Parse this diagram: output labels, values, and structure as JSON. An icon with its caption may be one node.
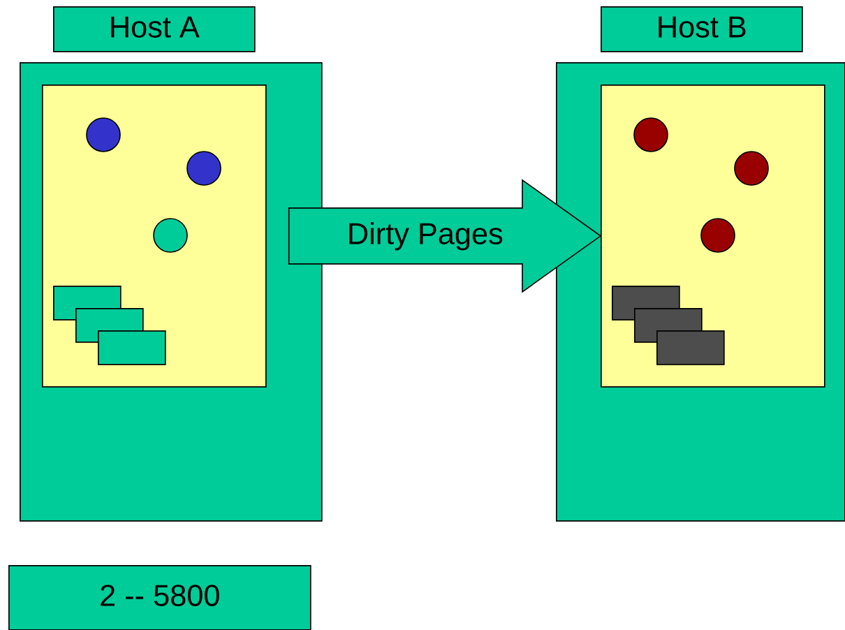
{
  "diagram": {
    "nodes": [
      {
        "text": [
          "Host A"
        ]
      },
      {
        "text": [],
        "shape": "box"
      },
      {
        "text": [],
        "shape": "box",
        "in": 1
      },
      {
        "text": [],
        "shape": "circle",
        "in": 2
      },
      {
        "text": [],
        "shape": "circle",
        "in": 2
      },
      {
        "text": [],
        "shape": "circle",
        "in": 2
      },
      {
        "text": [],
        "shape": "box",
        "in": 2
      },
      {
        "text": [],
        "shape": "box",
        "in": 2
      },
      {
        "text": [],
        "shape": "box",
        "in": 2
      },
      {
        "text": [
          "Host B"
        ]
      },
      {
        "text": [],
        "shape": "box"
      },
      {
        "text": [],
        "shape": "box",
        "in": 10
      },
      {
        "text": [],
        "shape": "circle",
        "in": 11
      },
      {
        "text": [],
        "shape": "circle",
        "in": 11
      },
      {
        "text": [],
        "shape": "circle",
        "in": 11
      },
      {
        "text": [],
        "shape": "box",
        "in": 11
      },
      {
        "text": [],
        "shape": "box",
        "in": 11
      },
      {
        "text": [],
        "shape": "box",
        "in": 11
      },
      {
        "text": [
          "2 -- 5800"
        ]
      }
    ],
    "edges": [
      {
        "from": 1,
        "to": 11,
        "arrow": "to",
        "label": "Dirty Pages"
      }
    ]
  }
}
